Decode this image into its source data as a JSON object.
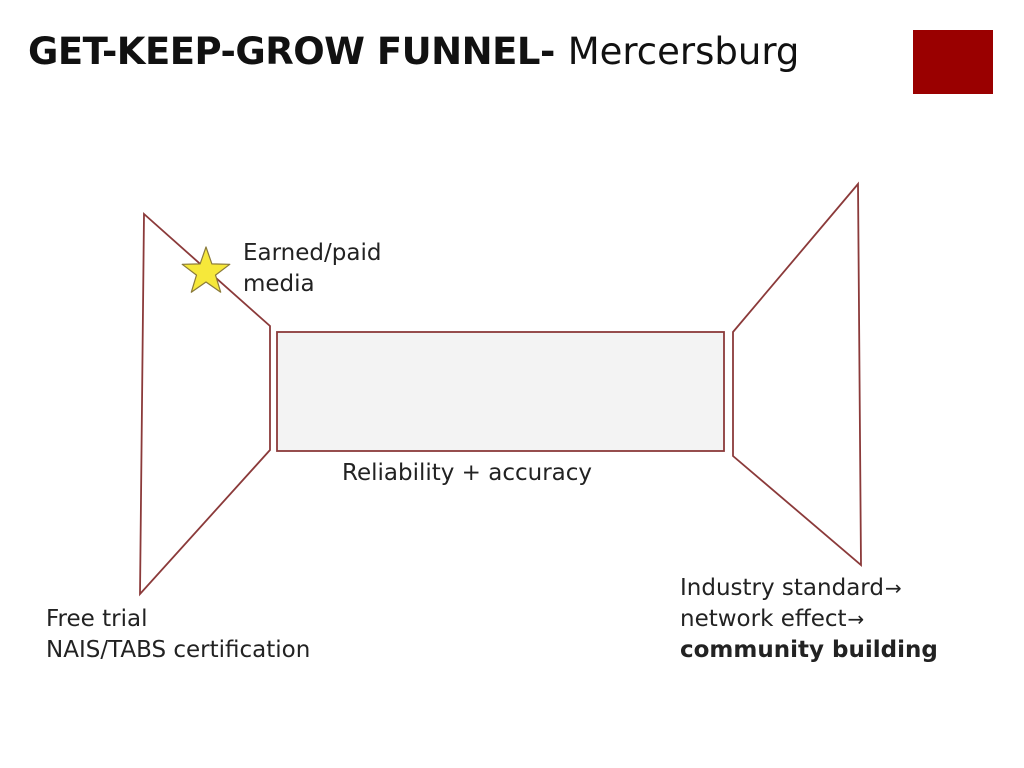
{
  "slide": {
    "title_bold": "GET-KEEP-GROW FUNNEL-",
    "title_rest": "Mercersburg",
    "accent_color": "#9a0000"
  },
  "diagram": {
    "outline_color": "#8b3a3a",
    "fill_color": "#f3f3f3",
    "star_color": "#f6e83a",
    "top_label_lines": [
      "Earned/paid",
      "media"
    ],
    "middle_label": "Reliability + accuracy",
    "left_label_lines": [
      "Free trial",
      "NAIS/TABS certification"
    ],
    "right_label_lines": [
      "Industry standard",
      "network effect",
      "community building"
    ],
    "arrow_glyph": "→"
  }
}
